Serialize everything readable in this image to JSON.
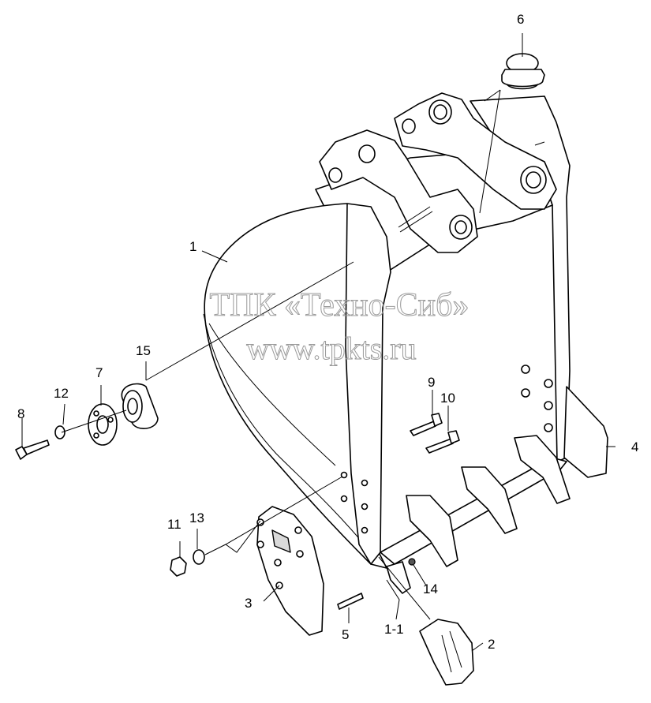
{
  "watermark": {
    "line1": "ТПК «Техно-Сиб»",
    "line2": "www.tpkts.ru"
  },
  "callouts": [
    {
      "id": "c1",
      "text": "1"
    },
    {
      "id": "c1-1",
      "text": "1-1"
    },
    {
      "id": "c2",
      "text": "2"
    },
    {
      "id": "c3",
      "text": "3"
    },
    {
      "id": "c4",
      "text": "4"
    },
    {
      "id": "c5",
      "text": "5"
    },
    {
      "id": "c6",
      "text": "6"
    },
    {
      "id": "c7",
      "text": "7"
    },
    {
      "id": "c8",
      "text": "8"
    },
    {
      "id": "c9",
      "text": "9"
    },
    {
      "id": "c10",
      "text": "10"
    },
    {
      "id": "c11",
      "text": "11"
    },
    {
      "id": "c12",
      "text": "12"
    },
    {
      "id": "c13",
      "text": "13"
    },
    {
      "id": "c14",
      "text": "14"
    },
    {
      "id": "c15",
      "text": "15"
    }
  ]
}
